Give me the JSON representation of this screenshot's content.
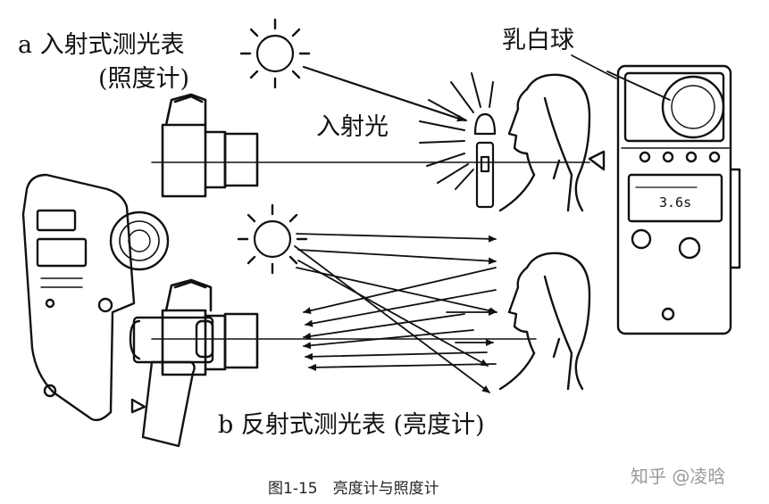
{
  "labels": {
    "incident_meter": "a 入射式测光表",
    "incident_meter_alt": "(照度计)",
    "incident_light": "入射光",
    "opal_sphere": "乳白球",
    "reflected_meter": "b 反射式测光表 (亮度计)",
    "meter_readout": "3.6s"
  },
  "caption": "图1-15　亮度计与照度计",
  "watermark": "知乎 @凌晗",
  "icons": [
    "sun-icon",
    "camera-icon",
    "face-icon",
    "incident-light-meter-icon",
    "spot-meter-icon",
    "opal-sphere-icon"
  ]
}
